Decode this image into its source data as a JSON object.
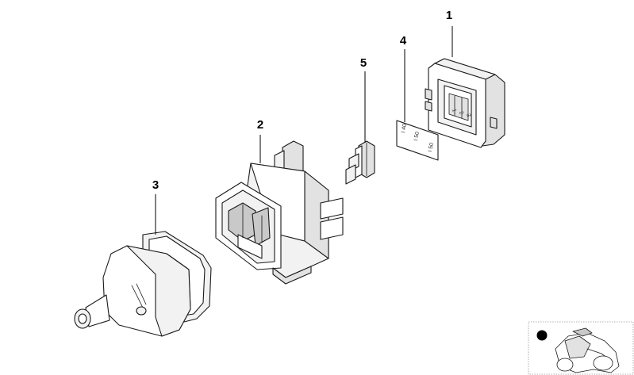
{
  "diagram": {
    "callouts": [
      {
        "id": "1",
        "label": "1"
      },
      {
        "id": "2",
        "label": "2"
      },
      {
        "id": "3",
        "label": "3"
      },
      {
        "id": "4",
        "label": "4"
      },
      {
        "id": "5",
        "label": "5"
      }
    ],
    "relay_pin_labels": [
      "1",
      "2",
      "3"
    ],
    "label_plate_text": [
      "I 40",
      "I 50",
      "I 50"
    ],
    "colors": {
      "line": "#1a1a1a",
      "shade_light": "#f2f2f2",
      "shade_mid": "#e2e2e2",
      "shade_dark": "#c9c9c9",
      "marker": "#000000"
    }
  }
}
